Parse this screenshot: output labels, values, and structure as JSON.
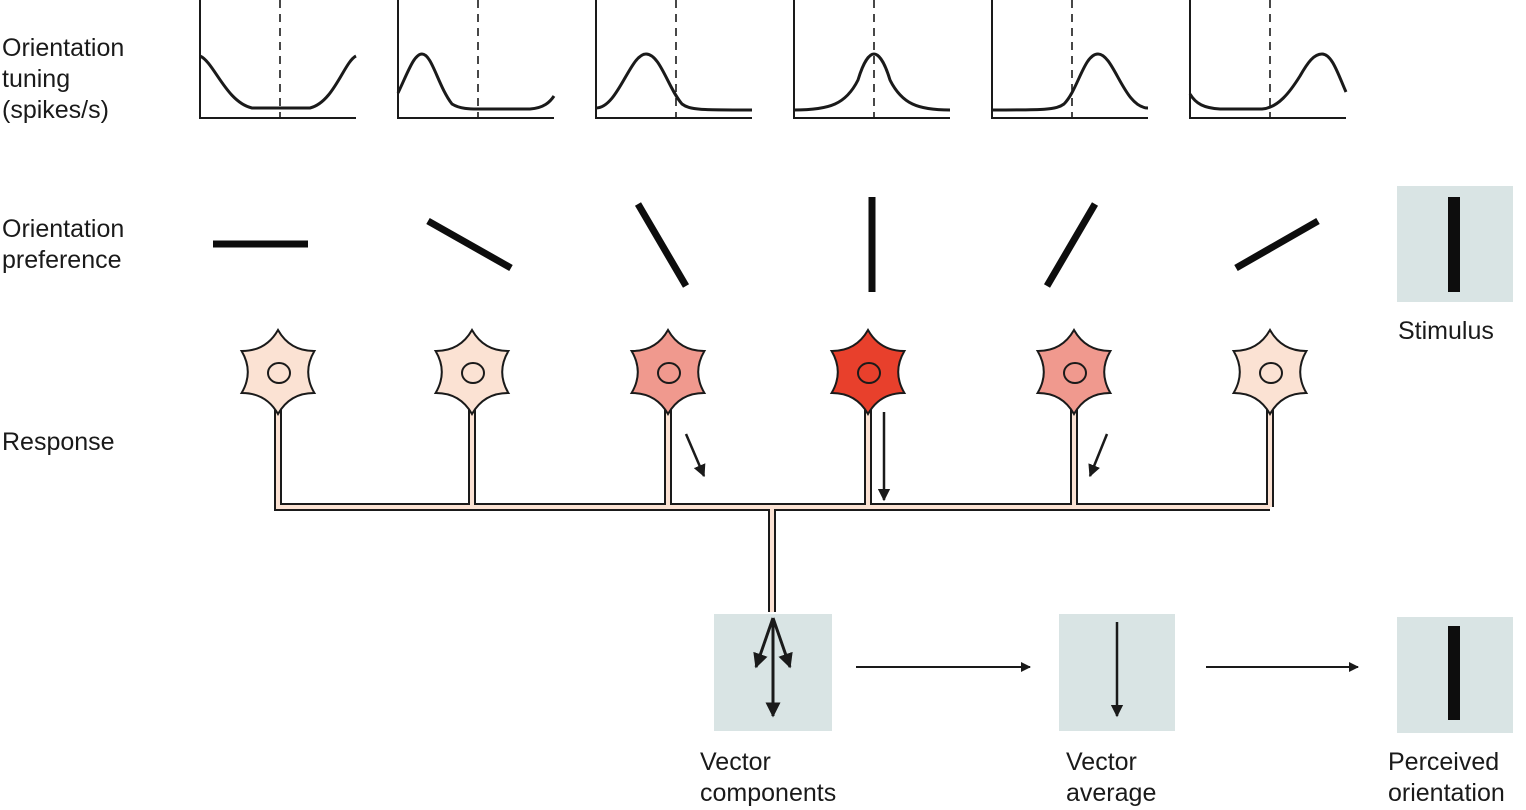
{
  "row_labels": {
    "tuning": [
      "Orientation",
      "tuning",
      "(spikes/s)"
    ],
    "preference": [
      "Orientation",
      "preference"
    ],
    "response": "Response"
  },
  "stimulus_label": "Stimulus",
  "bottom_labels": {
    "vector_components": [
      "Vector",
      "components"
    ],
    "vector_average": [
      "Vector",
      "average"
    ],
    "perceived_orientation": [
      "Perceived",
      "orientation"
    ]
  },
  "neurons": [
    {
      "id": "n1",
      "preferred_orientation_deg": 0,
      "response_level": "low",
      "fill": "#fbe2d3",
      "response_vector": null
    },
    {
      "id": "n2",
      "preferred_orientation_deg": 30,
      "response_level": "low",
      "fill": "#fbe2d3",
      "response_vector": null
    },
    {
      "id": "n3",
      "preferred_orientation_deg": 60,
      "response_level": "medium",
      "fill": "#f0998e",
      "response_vector": "short-right"
    },
    {
      "id": "n4",
      "preferred_orientation_deg": 90,
      "response_level": "high",
      "fill": "#e8402c",
      "response_vector": "long-down"
    },
    {
      "id": "n5",
      "preferred_orientation_deg": 120,
      "response_level": "medium",
      "fill": "#f0998e",
      "response_vector": "short-left"
    },
    {
      "id": "n6",
      "preferred_orientation_deg": 150,
      "response_level": "low",
      "fill": "#fbe2d3",
      "response_vector": null
    }
  ],
  "colors": {
    "panel_bg": "#d9e4e4",
    "axon": "#fbe2d3",
    "stroke": "#1a1a1a"
  },
  "icons": {
    "arrow": "arrow-right-icon",
    "neuron": "neuron-icon",
    "bar": "orientation-bar-icon"
  }
}
